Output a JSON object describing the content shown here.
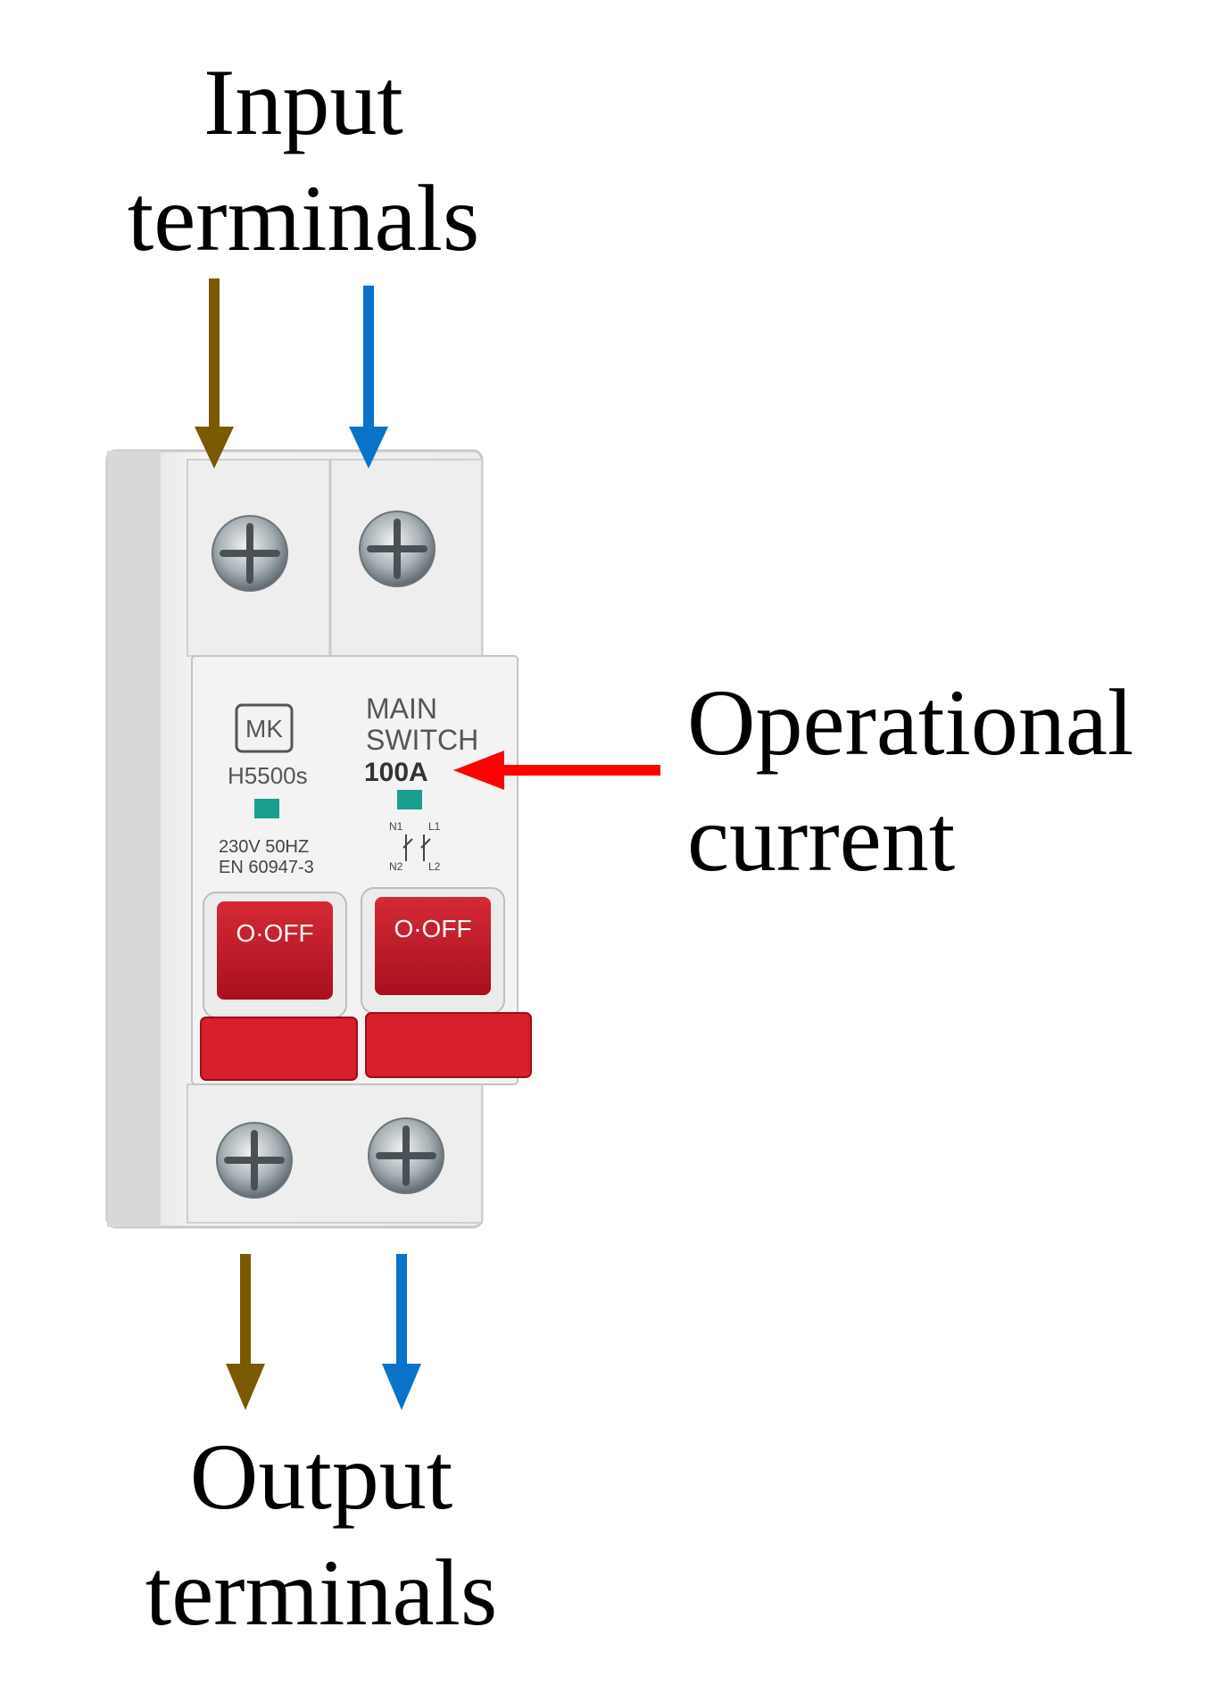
{
  "labels": {
    "input": [
      "Input",
      "terminals"
    ],
    "output": [
      "Output",
      "terminals"
    ],
    "operational": [
      "Operational",
      "current"
    ]
  },
  "device": {
    "logo": "MK",
    "model": "H5500s",
    "main_line1": "MAIN",
    "main_line2": "SWITCH",
    "rating": "100A",
    "spec_line1": "230V 50HZ",
    "spec_line2": "EN 60947-3",
    "toggle_left": "O·OFF",
    "toggle_right": "O·OFF",
    "n1": "N1",
    "l1": "L1",
    "n2": "N2",
    "l2": "L2"
  },
  "colors": {
    "live_arrow": "#7a5a00",
    "neutral_arrow": "#0a72c8",
    "current_arrow": "#ff0000",
    "toggle_red": "#c8182a"
  }
}
